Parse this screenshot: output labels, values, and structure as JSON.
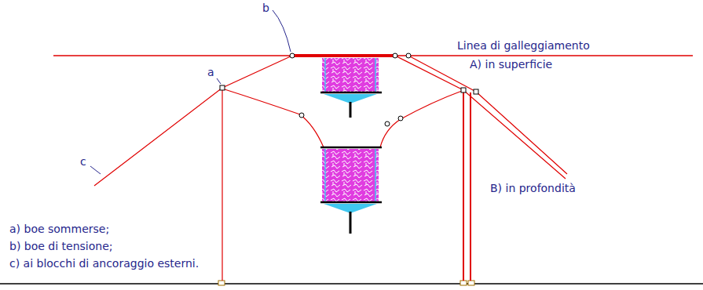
{
  "diagram": {
    "labels": [
      "Linea di galleggiamento",
      "A) in superficie",
      "B) in profondità",
      "a",
      "b",
      "c",
      "a) boe sommerse;",
      "b) boe di tensione;",
      "c) ai blocchi di ancoraggio esterni."
    ]
  }
}
